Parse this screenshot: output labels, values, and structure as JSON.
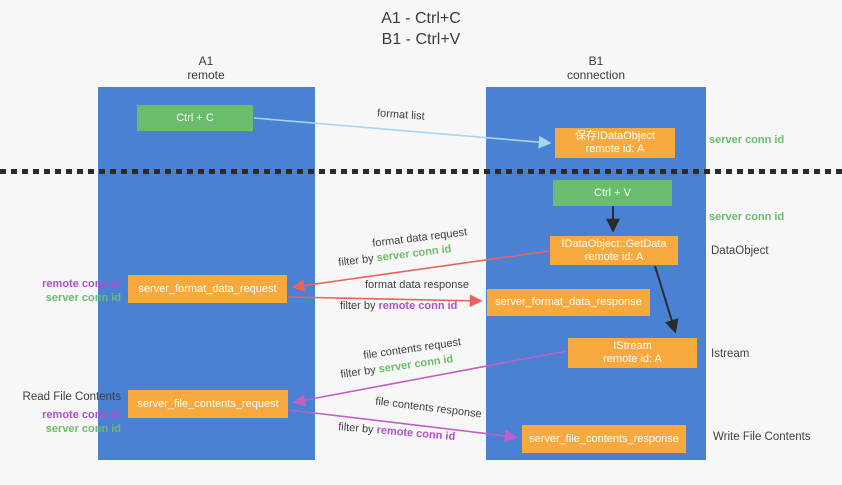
{
  "title": {
    "line1": "A1 - Ctrl+C",
    "line2": "B1 - Ctrl+V"
  },
  "columns": {
    "a1": {
      "name": "A1",
      "subtitle": "remote"
    },
    "b1": {
      "name": "B1",
      "subtitle": "connection"
    }
  },
  "nodes": {
    "ctrl_c": {
      "label": "Ctrl + C"
    },
    "save_idataobject": {
      "line1": "保存IDataObject",
      "line2": "remote id: A"
    },
    "ctrl_v": {
      "label": "Ctrl + V"
    },
    "getdata": {
      "line1": "IDataObject::GetData",
      "line2": "remote id: A"
    },
    "format_request": {
      "label": "server_format_data_request"
    },
    "format_response": {
      "label": "server_format_data_response"
    },
    "istream": {
      "line1": "IStream",
      "line2": "remote id: A"
    },
    "file_request": {
      "label": "server_file_contents_request"
    },
    "file_response": {
      "label": "server_file_contents_response"
    }
  },
  "edge_labels": {
    "format_list": "format list",
    "format_data_request": "format data request",
    "format_data_response": "format data response",
    "file_contents_request": "file contents request",
    "file_contents_response": "file contents response",
    "filter_by": "filter by",
    "server_conn_id": "server conn id",
    "remote_conn_id": "remote conn id"
  },
  "side_labels": {
    "right_top_server_conn_id": "server conn id",
    "right_mid_server_conn_id": "server conn id",
    "right_dataobject": "DataObject",
    "right_istream": "Istream",
    "right_write_file_contents": "Write File Contents",
    "left_remote_conn_id": "remote conn id",
    "left_server_conn_id": "server conn id",
    "left_read_file_contents": "Read File Contents",
    "left_bottom_remote_conn_id": "remote conn id",
    "left_bottom_server_conn_id": "server conn id"
  },
  "colors": {
    "lane_blue": "#4a81d3",
    "box_green": "#6abd6c",
    "box_orange": "#f8a93d",
    "arrow_red": "#e8635c",
    "arrow_magenta": "#c25fc6",
    "arrow_light_blue": "#a9d5ef",
    "arrow_black": "#2b2b2b",
    "text_green": "#6abd6c",
    "text_purple": "#b14fc8",
    "text_dark": "#404040",
    "background": "#f7f7f7"
  }
}
